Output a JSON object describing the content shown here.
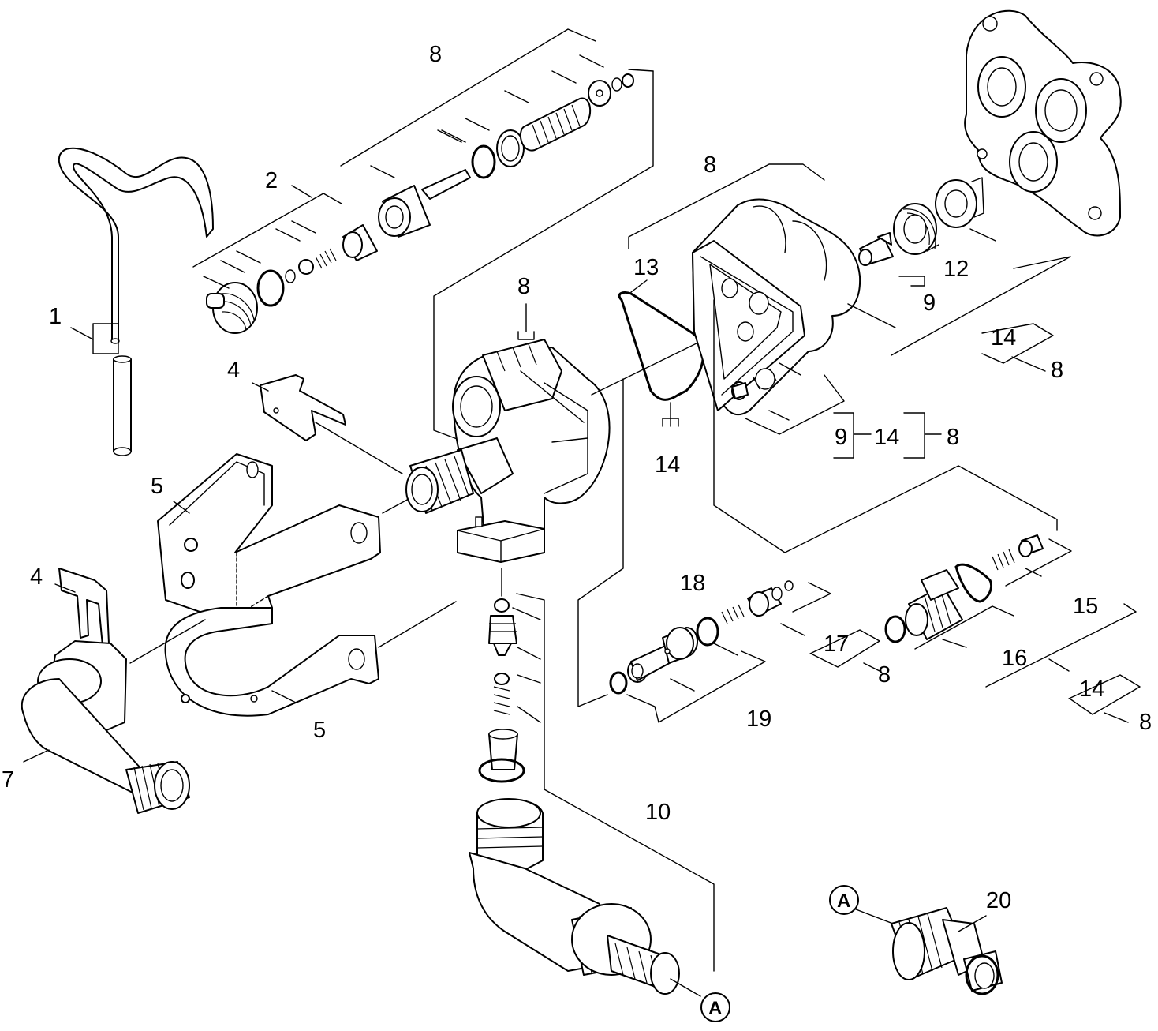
{
  "labels": {
    "l1": "1",
    "l2": "2",
    "l4a": "4",
    "l4b": "4",
    "l5a": "5",
    "l5b": "5",
    "l7": "7",
    "l8a": "8",
    "l8b": "8",
    "l8c": "8",
    "l8d": "8",
    "l8e": "8",
    "l8f": "8",
    "l8g": "8",
    "l9a": "9",
    "l9b": "9",
    "l10": "10",
    "l12": "12",
    "l13": "13",
    "l14a": "14",
    "l14b": "14",
    "l14c": "14",
    "l14d": "14",
    "l15": "15",
    "l16": "16",
    "l17": "17",
    "l18": "18",
    "l19": "19",
    "l20": "20"
  },
  "refs": {
    "a1": "A",
    "a2": "A"
  }
}
